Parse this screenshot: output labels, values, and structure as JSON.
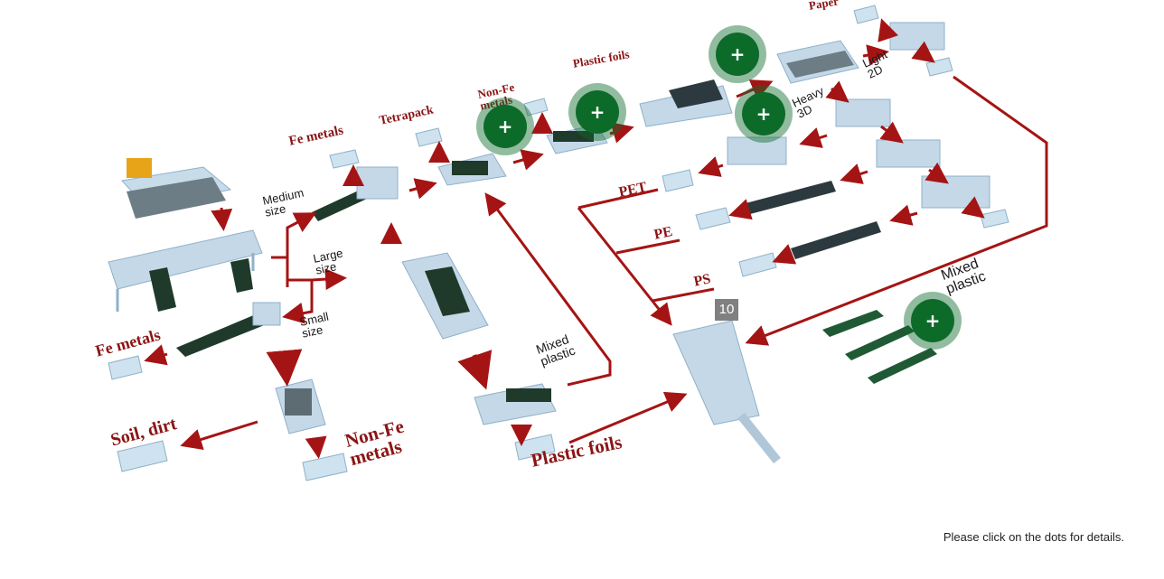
{
  "labels": {
    "fe_metals_top": "Fe metals",
    "tetrapack": "Tetrapack",
    "non_fe_metals_top": "Non-Fe metals",
    "plastic_foils_top": "Plastic foils",
    "paper": "Paper",
    "light_2d": "Light 2D",
    "heavy_3d": "Heavy 3D",
    "medium_size": "Medium size",
    "large_size": "Large size",
    "small_size": "Small size",
    "pet": "PET",
    "pe": "PE",
    "ps": "PS",
    "mixed_plastic_bottom": "Mixed plastic",
    "mixed_plastic_right": "Mixed plastic",
    "fe_metals_left": "Fe metals",
    "soil_dirt": "Soil, dirt",
    "non_fe_metals_bottom": "Non-Fe metals",
    "plastic_foils_bottom": "Plastic foils"
  },
  "badge": "10",
  "hotspot_symbol": "+",
  "hint": "Please click on the dots for details.",
  "colors": {
    "arrow": "#a51414",
    "hotspot": "#0d6b2a",
    "machine": "#b9d3e6",
    "belt": "#1f3a2a"
  }
}
